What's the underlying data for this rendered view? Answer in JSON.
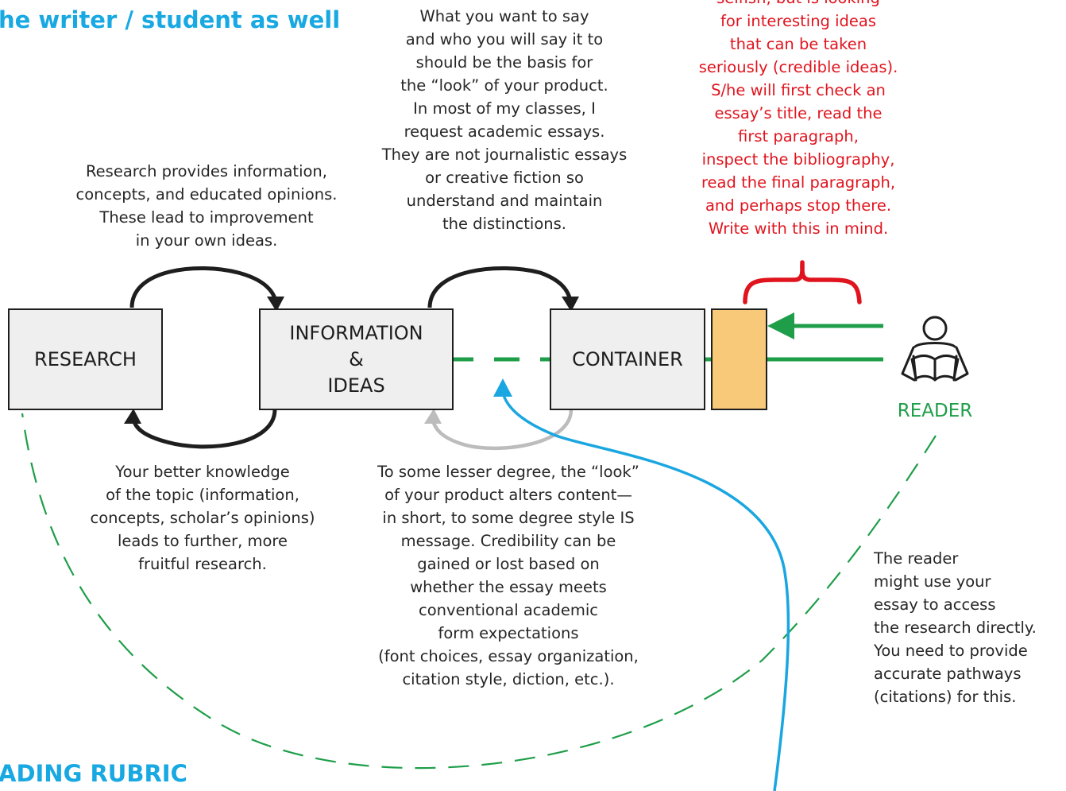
{
  "header": {
    "title_fragment": "he writer / student as well"
  },
  "footer": {
    "rubric_fragment": "ADING RUBRIC"
  },
  "boxes": {
    "research": "RESEARCH",
    "info_line1": "INFORMATION",
    "info_line2": "&",
    "info_line3": "IDEAS",
    "container": "CONTAINER"
  },
  "reader_label": "READER",
  "notes": {
    "research_above": [
      "Research provides information,",
      "concepts, and educated opinions.",
      "These  lead to improvement",
      "in your own ideas."
    ],
    "container_above": [
      "What you want to say",
      "and who you will say it to",
      "should be the basis for",
      "the “look” of your product.",
      "In most of my classes, I",
      "request academic essays.",
      "They are not journalistic essays",
      "or creative fiction so",
      "understand and maintain",
      "the distinctions."
    ],
    "reader_red": [
      "selfish, but is looking",
      "for interesting ideas",
      "that can be taken",
      "seriously (credible ideas).",
      "S/he will first check an",
      "essay’s title, read the",
      "first paragraph,",
      "inspect the bibliography,",
      "read the final paragraph,",
      "and perhaps stop there.",
      "Write with this in mind."
    ],
    "research_below": [
      "Your better knowledge",
      "of the topic (information,",
      "concepts, scholar’s opinions)",
      "leads to further, more",
      "fruitful research."
    ],
    "container_below": [
      "To some lesser degree, the “look”",
      "of your product alters content—",
      "in short, to some degree style IS",
      "message. Credibility can be",
      "gained or lost based on",
      "whether the essay meets",
      "conventional academic",
      "form expectations",
      "(font choices, essay organization,",
      "citation style, diction, etc.)."
    ],
    "reader_right": [
      "The reader",
      "might use your",
      "essay to access",
      "the research directly.",
      "You need to provide",
      "accurate pathways",
      "(citations) for this."
    ]
  },
  "colors": {
    "green": "#1e9e49",
    "blue": "#1aa6e0",
    "red": "#e0141e",
    "orange_block": "#f9c97a",
    "box_fill": "#efefef",
    "grey_arrow": "#bcbcbc"
  },
  "icons": {
    "reader": "person-reading-book-icon"
  }
}
